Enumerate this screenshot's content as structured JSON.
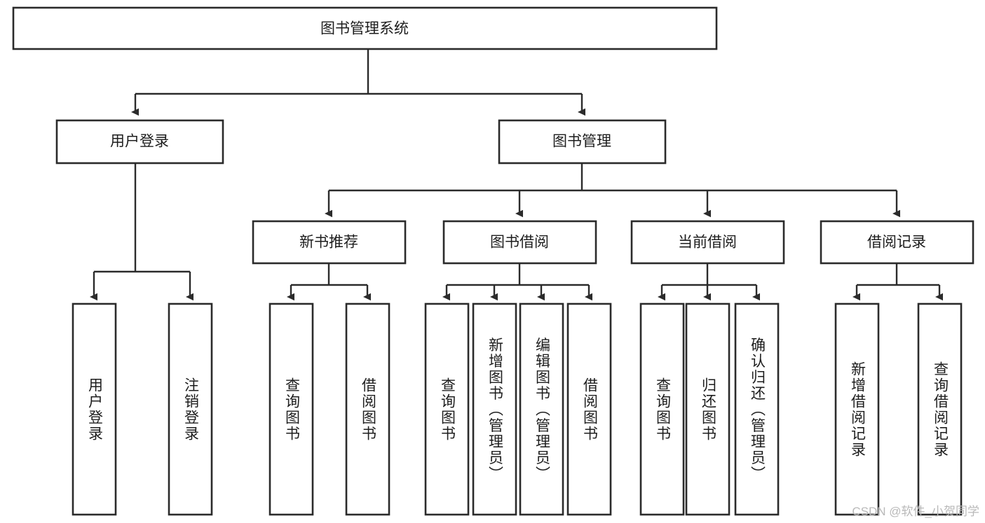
{
  "diagram": {
    "title": "图书管理系统",
    "type": "tree-hierarchy-diagram",
    "colors": {
      "stroke": "#2b2b2b",
      "fill": "#ffffff",
      "text": "#1d1d1d",
      "watermark": "#b9b9b9"
    },
    "root": {
      "label": "图书管理系统"
    },
    "level2": [
      {
        "label": "用户登录"
      },
      {
        "label": "图书管理"
      }
    ],
    "level3": [
      {
        "label": "新书推荐"
      },
      {
        "label": "图书借阅"
      },
      {
        "label": "当前借阅"
      },
      {
        "label": "借阅记录"
      }
    ],
    "leaves": {
      "user_login": [
        {
          "label": "用户登录"
        },
        {
          "label": "注销登录"
        }
      ],
      "new_book_recommend": [
        {
          "label": "查询图书"
        },
        {
          "label": "借阅图书"
        }
      ],
      "book_borrow": [
        {
          "label": "查询图书"
        },
        {
          "label": "新增图书（管理员）"
        },
        {
          "label": "编辑图书（管理员）"
        },
        {
          "label": "借阅图书"
        }
      ],
      "current_borrow": [
        {
          "label": "查询图书"
        },
        {
          "label": "归还图书"
        },
        {
          "label": "确认归还（管理员）"
        }
      ],
      "borrow_record": [
        {
          "label": "新增借阅记录"
        },
        {
          "label": "查询借阅记录"
        }
      ]
    }
  },
  "watermark": {
    "text": "CSDN @软件_小贺同学"
  }
}
